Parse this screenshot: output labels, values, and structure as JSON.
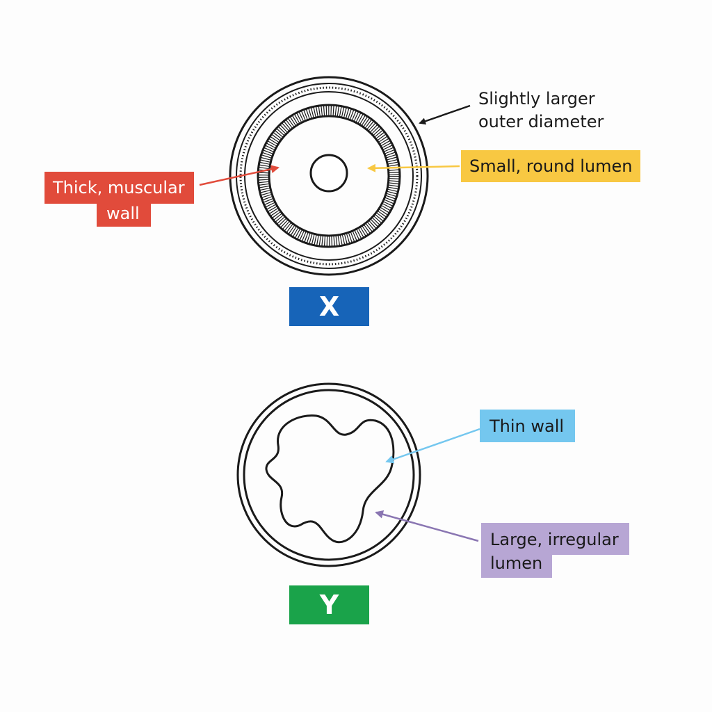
{
  "labels": {
    "thick_wall_line1": "Thick, muscular",
    "thick_wall_line2": "wall",
    "outer_diameter_line1": "Slightly larger",
    "outer_diameter_line2": "outer diameter",
    "small_lumen": "Small, round lumen",
    "thin_wall": "Thin wall",
    "large_lumen_line1": "Large, irregular",
    "large_lumen_line2": "lumen",
    "x_badge": "X",
    "y_badge": "Y"
  },
  "colors": {
    "red": "#e14b3b",
    "yellow": "#f8c842",
    "light_blue": "#74c7ef",
    "purple": "#b7a6d4",
    "blue": "#1764b8",
    "green": "#1aa34a",
    "outline": "#1a1a1a",
    "purple_arrow": "#8a76b2"
  }
}
